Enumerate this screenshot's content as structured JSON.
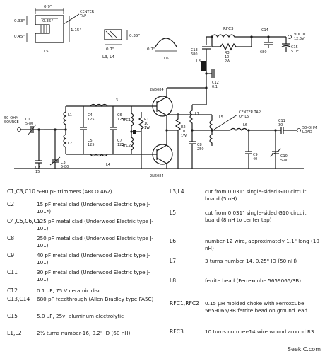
{
  "schematic": {
    "dims": {
      "l5_w": "0.9\"",
      "l5_slot": "0.35\"",
      "l5_h1": "0.33\"",
      "l5_h2": "0.45\"",
      "l5_h3": "1.15\"",
      "center_tap": "CENTER\nTAP",
      "l34_h": "0.35\"",
      "l34_w": "0.7\"",
      "l6_w": "0.7\"",
      "label_l5": "L5",
      "label_l34": "L3, L4",
      "label_l6": "L6"
    },
    "labels": {
      "source": "50-OHM\nSOURCE",
      "load": "50-OHM\nLOAD",
      "vdc": "VDC =\n12.5V",
      "c1": "C1\n5-80",
      "c2": "C2\n15",
      "c3": "C3\n5-80",
      "c4": "C4\n125",
      "c5": "C5\n125",
      "c6": "C6\n125",
      "c7": "C7\n125",
      "l1": "L1",
      "l2": "L2",
      "l3": "L3",
      "l4": "L4",
      "q1": "2N6084",
      "q2": "2N6084",
      "rfc1": "RFC1",
      "rfc2": "RFC2",
      "r1": "R1\n10\n1W",
      "r2": "R2\n10\n1W",
      "l7": "L7",
      "c8": "C8\n250",
      "c9": "C9\n40",
      "c10": "C10\n5-80",
      "c11": "C11\n30",
      "l5": "L5",
      "l6": "L6",
      "c12": "C12\n0.1",
      "c13": "C13\n680",
      "l8": "L8",
      "rfc3": "RFC3",
      "r3": "R3\n10\n2W",
      "c14": "C14",
      "c15": "C15\n5 μF",
      "c14val": "680",
      "tap": "CENTER TAP\nOF L5"
    }
  },
  "parts_left": [
    {
      "ref": "C1,C3,C10",
      "desc": "5-80 pF trimmers (ARCO 462)"
    },
    {
      "ref": "C2",
      "desc": "15 pF metal clad (Underwood Electric type J-101*)"
    },
    {
      "ref": "C4,C5,C6,C7",
      "desc": "125 pF metal clad (Underwood Electric type J-101)"
    },
    {
      "ref": "C8",
      "desc": "250 pF metal clad (Underwood Electric type J-101)"
    },
    {
      "ref": "C9",
      "desc": "40 pF metal clad (Underwood Electric type J-101)"
    },
    {
      "ref": "C11",
      "desc": "30 pF metal clad (Underwood Electric type J-101)"
    },
    {
      "ref": "C12",
      "desc": "0.1 μF, 75 V ceramic disc"
    },
    {
      "ref": "C13,C14",
      "desc": "680 pF feedthrough (Allen Bradley type FA5C)"
    },
    {
      "ref": "C15",
      "desc": "5.0 μF, 25v, aluminum electrolytic"
    },
    {
      "ref": "L1,L2",
      "desc": "2½ turns number-16, 0.2\" ID (60 nH)"
    }
  ],
  "parts_right": [
    {
      "ref": "L3,L4",
      "desc": "cut from 0.031\" single-sided G10 circuit board (5 nH)"
    },
    {
      "ref": "L5",
      "desc": "cut from 0.031\" single-sided G10 circuit board (8 nH to center tap)"
    },
    {
      "ref": "L6",
      "desc": "number-12 wire, approximately 1.1\" long (10 nH)"
    },
    {
      "ref": "L7",
      "desc": "3 turns number 14, 0.25\" ID (50 nH)"
    },
    {
      "ref": "L8",
      "desc": "ferrite bead (Ferrexcube 5659065/3B)"
    },
    {
      "ref": "RFC1,RFC2",
      "desc": "0.15 μH molded choke with Ferroxcube 5659065/3B ferrite bead on ground lead"
    },
    {
      "ref": "RFC3",
      "desc": "10 turns number-14 wire wound around R3"
    }
  ],
  "watermark": "SeekIC.com"
}
